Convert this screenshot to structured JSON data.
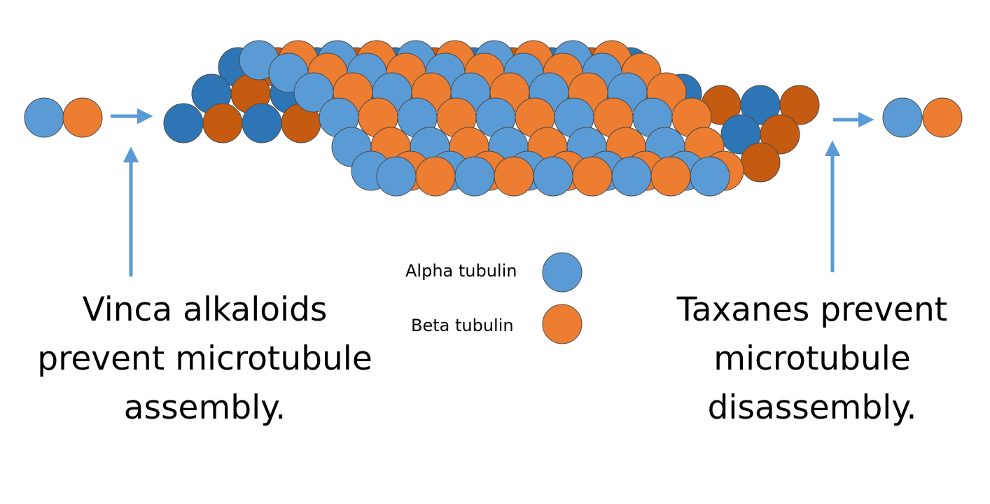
{
  "colors": {
    "alpha": "#5b9bd5",
    "alpha_dark": "#2e75b6",
    "beta": "#ed7d31",
    "beta_dark": "#c55a11",
    "arrow": "#5b9bd5",
    "outline": "#4a4a4a"
  },
  "legend": {
    "alpha_label": "Alpha tubulin",
    "beta_label": "Beta tubulin"
  },
  "captions": {
    "left": [
      "Vinca alkaloids",
      "prevent microtubule",
      "assembly."
    ],
    "right": [
      "Taxanes prevent",
      "microtubule",
      "disassembly."
    ]
  }
}
